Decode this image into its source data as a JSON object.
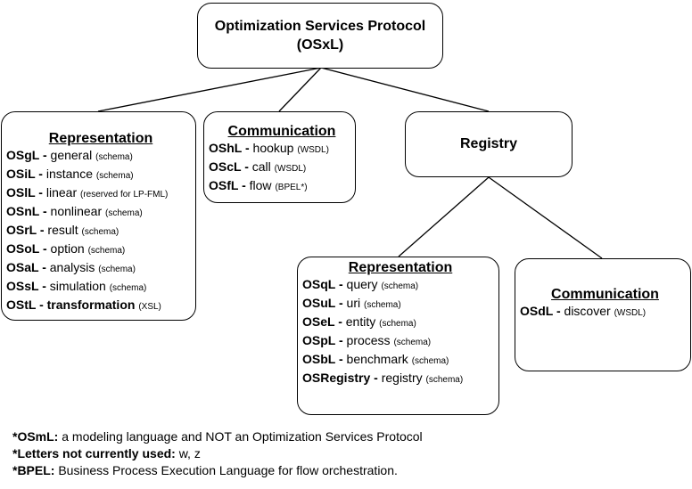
{
  "root": {
    "title_line1": "Optimization Services Protocol",
    "title_line2": "(OSxL)"
  },
  "representation": {
    "header": "Representation",
    "items": [
      {
        "code": "OSgL -",
        "name": "general",
        "note": "(schema)"
      },
      {
        "code": "OSiL -",
        "name": "instance",
        "note": "(schema)"
      },
      {
        "code": "OSlL -",
        "name": "linear",
        "note": "(reserved for LP-FML)"
      },
      {
        "code": "OSnL -",
        "name": "nonlinear",
        "note": "(schema)"
      },
      {
        "code": "OSrL -",
        "name": "result",
        "note": "(schema)"
      },
      {
        "code": "OSoL -",
        "name": "option",
        "note": "(schema)"
      },
      {
        "code": "OSaL -",
        "name": "analysis",
        "note": "(schema)"
      },
      {
        "code": "OSsL -",
        "name": "simulation",
        "note": "(schema)"
      },
      {
        "code": "OStL -",
        "name": "transformation",
        "note": "(XSL)"
      }
    ]
  },
  "communication": {
    "header": "Communication",
    "items": [
      {
        "code": "OShL -",
        "name": "hookup",
        "note": "(WSDL)"
      },
      {
        "code": "OScL -",
        "name": "call",
        "note": "(WSDL)"
      },
      {
        "code": "OSfL -",
        "name": "flow",
        "note": "(BPEL*)"
      }
    ]
  },
  "registry": {
    "title": "Registry"
  },
  "registry_representation": {
    "header": "Representation",
    "items": [
      {
        "code": "OSqL -",
        "name": "query",
        "note": "(schema)"
      },
      {
        "code": "OSuL -",
        "name": "uri",
        "note": "(schema)"
      },
      {
        "code": "OSeL -",
        "name": "entity",
        "note": "(schema)"
      },
      {
        "code": "OSpL -",
        "name": "process",
        "note": "(schema)"
      },
      {
        "code": "OSbL -",
        "name": "benchmark",
        "note": "(schema)"
      },
      {
        "code": "OSRegistry -",
        "name": "registry",
        "note": "(schema)"
      }
    ]
  },
  "registry_communication": {
    "header": "Communication",
    "items": [
      {
        "code": "OSdL -",
        "name": "discover",
        "note": "(WSDL)"
      }
    ]
  },
  "notes": [
    {
      "label": "*OSmL:",
      "text": "a modeling language and NOT an Optimization Services Protocol"
    },
    {
      "label": "*Letters not currently used:",
      "text": "w, z"
    },
    {
      "label": "*BPEL:",
      "text": "Business Process Execution Language for flow orchestration."
    }
  ]
}
